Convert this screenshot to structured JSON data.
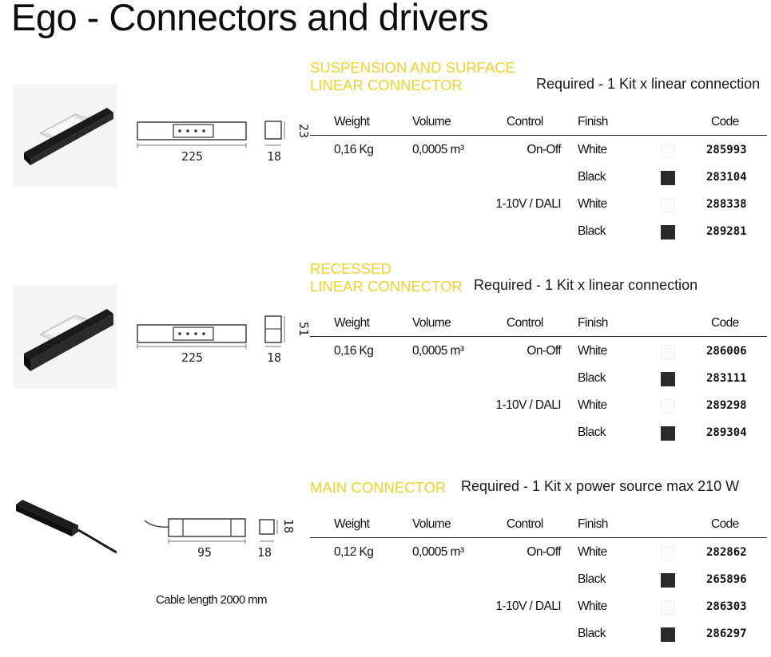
{
  "page": {
    "title": "Ego - Connectors and drivers"
  },
  "columns": {
    "weight": "Weight",
    "volume": "Volume",
    "control": "Control",
    "finish": "Finish",
    "code": "Code"
  },
  "colors": {
    "heading_yellow": "#f2d22a",
    "swatch_white": "#fbfbfb",
    "swatch_black": "#2b2b2b"
  },
  "sections": [
    {
      "heading_line1": "SUSPENSION AND SURFACE",
      "heading_line2": "LINEAR CONNECTOR",
      "requirement": "Required - 1 Kit x linear connection",
      "dims": {
        "length": "225",
        "width": "18",
        "height": "23"
      },
      "rows": [
        {
          "weight": "0,16 Kg",
          "volume": "0,0005 m³",
          "control": "On-Off",
          "finish": "White",
          "swatch": "white",
          "code": "285993"
        },
        {
          "weight": "",
          "volume": "",
          "control": "",
          "finish": "Black",
          "swatch": "black",
          "code": "283104"
        },
        {
          "weight": "",
          "volume": "",
          "control": "1-10V / DALI",
          "finish": "White",
          "swatch": "white",
          "code": "288338"
        },
        {
          "weight": "",
          "volume": "",
          "control": "",
          "finish": "Black",
          "swatch": "black",
          "code": "289281"
        }
      ]
    },
    {
      "heading_line1": "RECESSED",
      "heading_line2": "LINEAR CONNECTOR",
      "requirement": "Required - 1 Kit x linear connection",
      "dims": {
        "length": "225",
        "width": "18",
        "height": "51"
      },
      "rows": [
        {
          "weight": "0,16 Kg",
          "volume": "0,0005 m³",
          "control": "On-Off",
          "finish": "White",
          "swatch": "white",
          "code": "286006"
        },
        {
          "weight": "",
          "volume": "",
          "control": "",
          "finish": "Black",
          "swatch": "black",
          "code": "283111"
        },
        {
          "weight": "",
          "volume": "",
          "control": "1-10V / DALI",
          "finish": "White",
          "swatch": "white",
          "code": "289298"
        },
        {
          "weight": "",
          "volume": "",
          "control": "",
          "finish": "Black",
          "swatch": "black",
          "code": "289304"
        }
      ]
    },
    {
      "heading_line1": "MAIN CONNECTOR",
      "heading_line2": "",
      "requirement": "Required - 1 Kit x power source max 210 W",
      "dims": {
        "length": "95",
        "width": "18",
        "height": "18"
      },
      "cable_note": "Cable length 2000 mm",
      "rows": [
        {
          "weight": "0,12 Kg",
          "volume": "0,0005 m³",
          "control": "On-Off",
          "finish": "White",
          "swatch": "white",
          "code": "282862"
        },
        {
          "weight": "",
          "volume": "",
          "control": "",
          "finish": "Black",
          "swatch": "black",
          "code": "265896"
        },
        {
          "weight": "",
          "volume": "",
          "control": "1-10V / DALI",
          "finish": "White",
          "swatch": "white",
          "code": "286303"
        },
        {
          "weight": "",
          "volume": "",
          "control": "",
          "finish": "Black",
          "swatch": "black",
          "code": "286297"
        }
      ]
    }
  ]
}
